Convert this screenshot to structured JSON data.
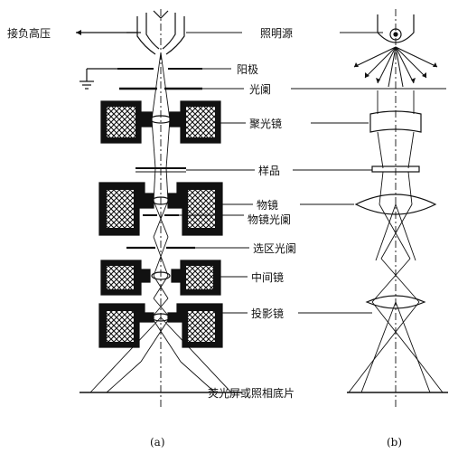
{
  "labels": {
    "high_voltage": "接负高压",
    "light_source": "照明源",
    "anode": "阳极",
    "aperture": "光阑",
    "condenser": "聚光镜",
    "specimen": "样品",
    "objective": "物镜",
    "objective_aperture": "物镜光阑",
    "selected_area_aperture": "选区光阑",
    "intermediate_lens": "中间镜",
    "projector_lens": "投影镜",
    "screen": "荧光屏或照相底片"
  },
  "captions": {
    "a": "(a)",
    "b": "(b)"
  },
  "colors": {
    "ink": "#111111",
    "coil_hatch": "#111111",
    "background": "#ffffff"
  }
}
